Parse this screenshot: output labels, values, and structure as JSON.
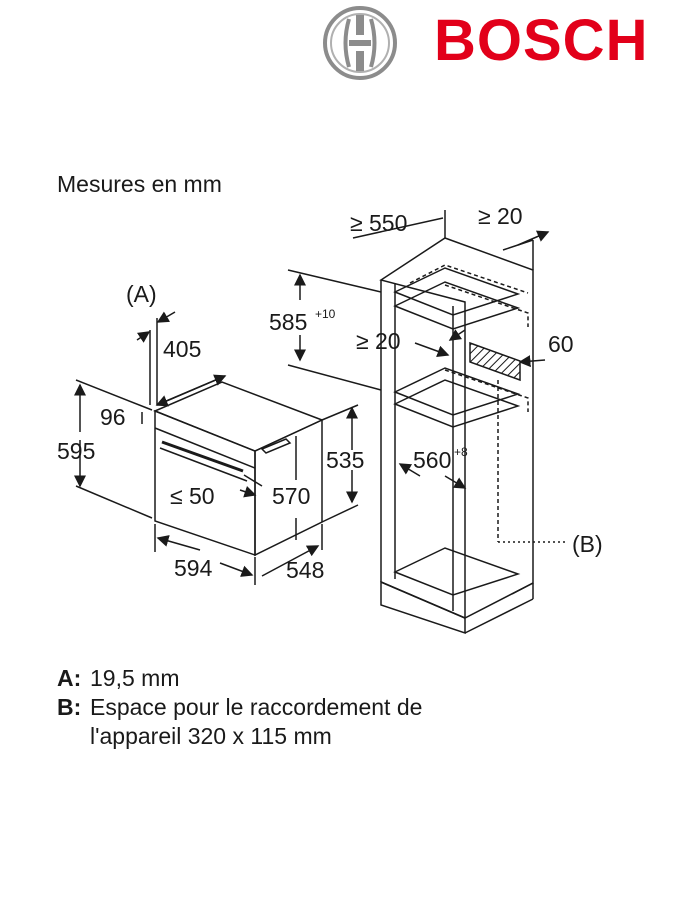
{
  "brand": {
    "name": "BOSCH",
    "color": "#e2001a",
    "emblem_color": "#8c8c8c",
    "emblem_icon": "bosch-armature-emblem"
  },
  "heading": "Mesures en mm",
  "dimensions": {
    "cabinet_depth": "≥ 550",
    "cabinet_top_gap": "≥ 20",
    "label_a": "(A)",
    "front_depth": "405",
    "niche_height": "585",
    "niche_height_tol": "+10",
    "shelf_gap": "≥ 20",
    "side_gap": "60",
    "panel_height": "96",
    "total_height": "595",
    "body_height": "535",
    "niche_width": "560",
    "niche_width_tol": "+8",
    "handle_clearance": "≤ 50",
    "body_depth": "570",
    "total_width": "594",
    "total_depth": "548",
    "label_b": "(B)"
  },
  "notes": [
    {
      "key": "A:",
      "text": "19,5 mm"
    },
    {
      "key": "B:",
      "text": "Espace pour le raccordement de l'appareil 320 x 115 mm"
    }
  ]
}
